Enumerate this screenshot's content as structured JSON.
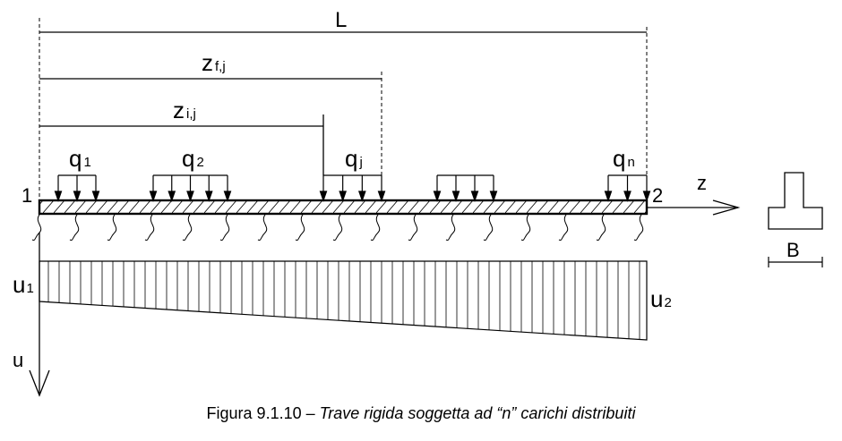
{
  "labels": {
    "L": "L",
    "zf": {
      "main": "z",
      "sub": "f,j"
    },
    "zi": {
      "main": "z",
      "sub": "i,j"
    },
    "q1": {
      "main": "q",
      "sub": "1"
    },
    "q2": {
      "main": "q",
      "sub": "2"
    },
    "qj": {
      "main": "q",
      "sub": "j"
    },
    "qn": {
      "main": "q",
      "sub": "n"
    },
    "node1": "1",
    "node2": "2",
    "z_axis": "z",
    "u_axis": "u",
    "u1": {
      "main": "u",
      "sub": "1"
    },
    "u2": {
      "main": "u",
      "sub": "2"
    },
    "B": "B"
  },
  "caption": {
    "prefix": "Figura 9.1.10 – ",
    "italic": "Trave rigida soggetta ad “n” carichi distribuiti"
  },
  "colors": {
    "ink": "#000000",
    "background": "#ffffff"
  }
}
